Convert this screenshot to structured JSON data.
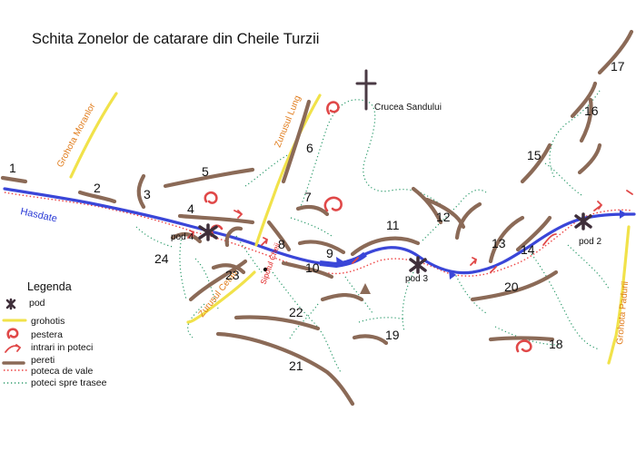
{
  "title": "Schita Zonelor de catarare din Cheile Turzii",
  "zones": [
    "1",
    "2",
    "3",
    "4",
    "5",
    "6",
    "7",
    "8",
    "9",
    "10",
    "11",
    "12",
    "13",
    "14",
    "15",
    "16",
    "17",
    "18",
    "19",
    "20",
    "21",
    "22",
    "23",
    "24"
  ],
  "bridges": [
    "pod 2",
    "pod 3",
    "pod 4"
  ],
  "river_label": "Hasdate",
  "scree_labels": {
    "moranlor": "Grohota Moranlor",
    "zunusul_lung": "Zunusul Lung",
    "zurusul_cetatii": "Zurusul Cetatii",
    "padurii": "Grohota Padurii"
  },
  "cross_label": "Crucea Sandului",
  "sipotul": "Sipotul Cheii",
  "legend": {
    "title": "Legenda",
    "items": [
      {
        "label": "pod",
        "icon": "bridge-star-icon"
      },
      {
        "label": "grohotis",
        "icon": "yellow-line-icon"
      },
      {
        "label": "pestera",
        "icon": "cave-icon"
      },
      {
        "label": "intrari in poteci",
        "icon": "red-arrow-icon"
      },
      {
        "label": "pereti",
        "icon": "brown-wall-icon"
      },
      {
        "label": "poteca de vale",
        "icon": "red-dotted-line-icon"
      },
      {
        "label": "poteci spre trasee",
        "icon": "green-dotted-line-icon"
      }
    ]
  },
  "colors": {
    "river": "#3a46d8",
    "wall": "#8b6a57",
    "scree": "#f1e24a",
    "valley_path": "#e44444",
    "trails": "#2a9a6a",
    "labels_orange": "#e07b1a"
  }
}
